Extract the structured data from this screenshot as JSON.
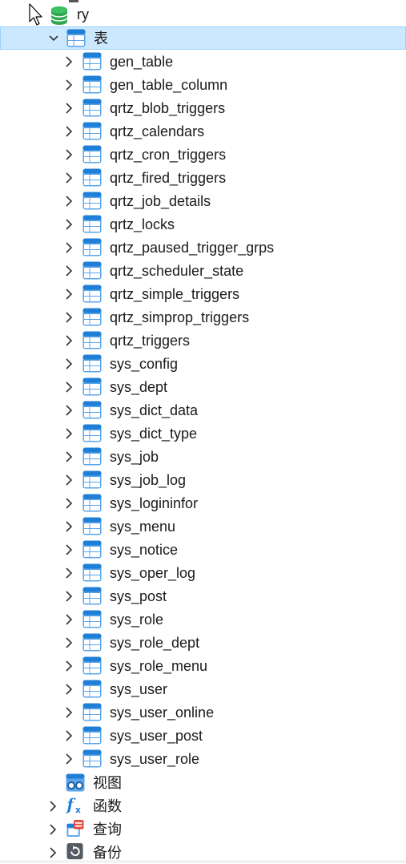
{
  "database": {
    "name": "ry"
  },
  "tables_folder": {
    "label": "表"
  },
  "tables": [
    "gen_table",
    "gen_table_column",
    "qrtz_blob_triggers",
    "qrtz_calendars",
    "qrtz_cron_triggers",
    "qrtz_fired_triggers",
    "qrtz_job_details",
    "qrtz_locks",
    "qrtz_paused_trigger_grps",
    "qrtz_scheduler_state",
    "qrtz_simple_triggers",
    "qrtz_simprop_triggers",
    "qrtz_triggers",
    "sys_config",
    "sys_dept",
    "sys_dict_data",
    "sys_dict_type",
    "sys_job",
    "sys_job_log",
    "sys_logininfor",
    "sys_menu",
    "sys_notice",
    "sys_oper_log",
    "sys_post",
    "sys_role",
    "sys_role_dept",
    "sys_role_menu",
    "sys_user",
    "sys_user_online",
    "sys_user_post",
    "sys_user_role"
  ],
  "other_nodes": {
    "views": {
      "label": "视图",
      "icon": "view-glasses-icon"
    },
    "functions": {
      "label": "函数",
      "icon": "function-fx-icon"
    },
    "queries": {
      "label": "查询",
      "icon": "query-icon"
    },
    "backups": {
      "label": "备份",
      "icon": "backup-icon"
    }
  },
  "colors": {
    "selection_bg": "#cce8ff",
    "selection_border": "#99d1ff",
    "table_icon": "#1f7fd6",
    "database_icon": "#2fa84f"
  }
}
